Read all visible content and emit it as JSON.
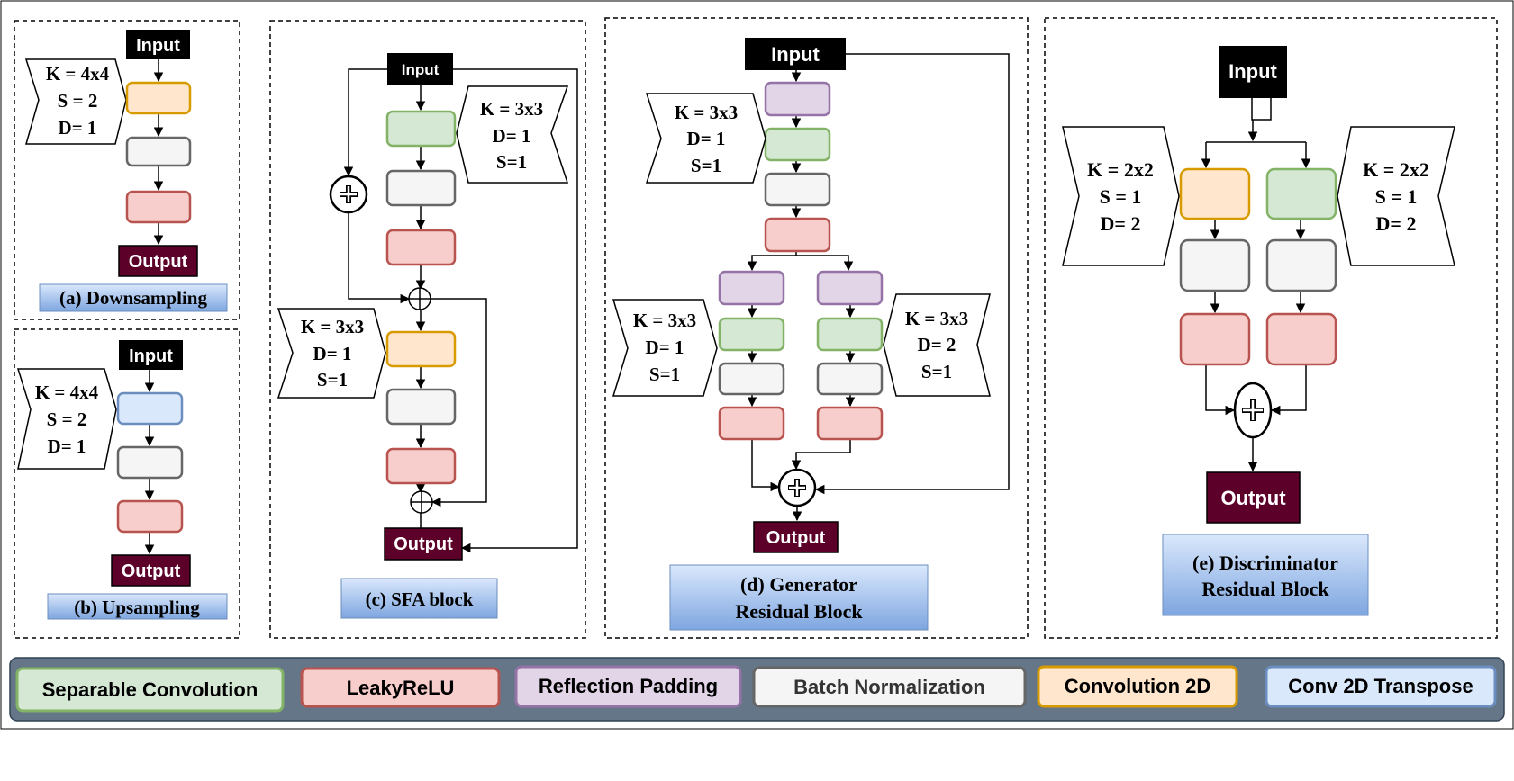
{
  "colors": {
    "separable_convolution": {
      "fill": "#d5e8d4",
      "stroke": "#82b366"
    },
    "leaky_relu": {
      "fill": "#f8cecc",
      "stroke": "#b85450"
    },
    "reflection_padding": {
      "fill": "#e1d5e7",
      "stroke": "#9673a6"
    },
    "batch_normalization": {
      "fill": "#f5f5f5",
      "stroke": "#666666"
    },
    "convolution_2d": {
      "fill": "#ffe6cc",
      "stroke": "#d79b00"
    },
    "conv_2d_transpose": {
      "fill": "#dae8fc",
      "stroke": "#6c8ebf"
    },
    "input_block": "#000000",
    "output_block": "#5c0029",
    "caption_gradient_top": "#dae8fc",
    "caption_gradient_bottom": "#7ea6e0",
    "legend_bar": "#647687"
  },
  "panels": {
    "a": {
      "caption": "(a) Downsampling",
      "input": "Input",
      "output": "Output",
      "params": [
        "K = 4x4",
        "S = 2",
        "D= 1"
      ]
    },
    "b": {
      "caption": "(b) Upsampling",
      "input": "Input",
      "output": "Output",
      "params": [
        "K = 4x4",
        "S = 2",
        "D= 1"
      ]
    },
    "c": {
      "caption": "(c) SFA block",
      "input": "Input",
      "output": "Output",
      "params_top": [
        "K = 3x3",
        "D= 1",
        "S=1"
      ],
      "params_bottom": [
        "K = 3x3",
        "D= 1",
        "S=1"
      ]
    },
    "d": {
      "caption_line1": "(d) Generator",
      "caption_line2": "Residual Block",
      "input": "Input",
      "output": "Output",
      "params_top": [
        "K = 3x3",
        "D= 1",
        "S=1"
      ],
      "params_left": [
        "K = 3x3",
        "D= 1",
        "S=1"
      ],
      "params_right": [
        "K = 3x3",
        "D= 2",
        "S=1"
      ]
    },
    "e": {
      "caption_line1": "(e) Discriminator",
      "caption_line2": "Residual Block",
      "input": "Input",
      "output": "Output",
      "params_left": [
        "K = 2x2",
        "S = 1",
        "D= 2"
      ],
      "params_right": [
        "K = 2x2",
        "S = 1",
        "D= 2"
      ]
    }
  },
  "legend": [
    "Separable Convolution",
    "LeakyReLU",
    "Reflection Padding",
    "Batch Normalization",
    "Convolution 2D",
    "Conv 2D Transpose"
  ]
}
